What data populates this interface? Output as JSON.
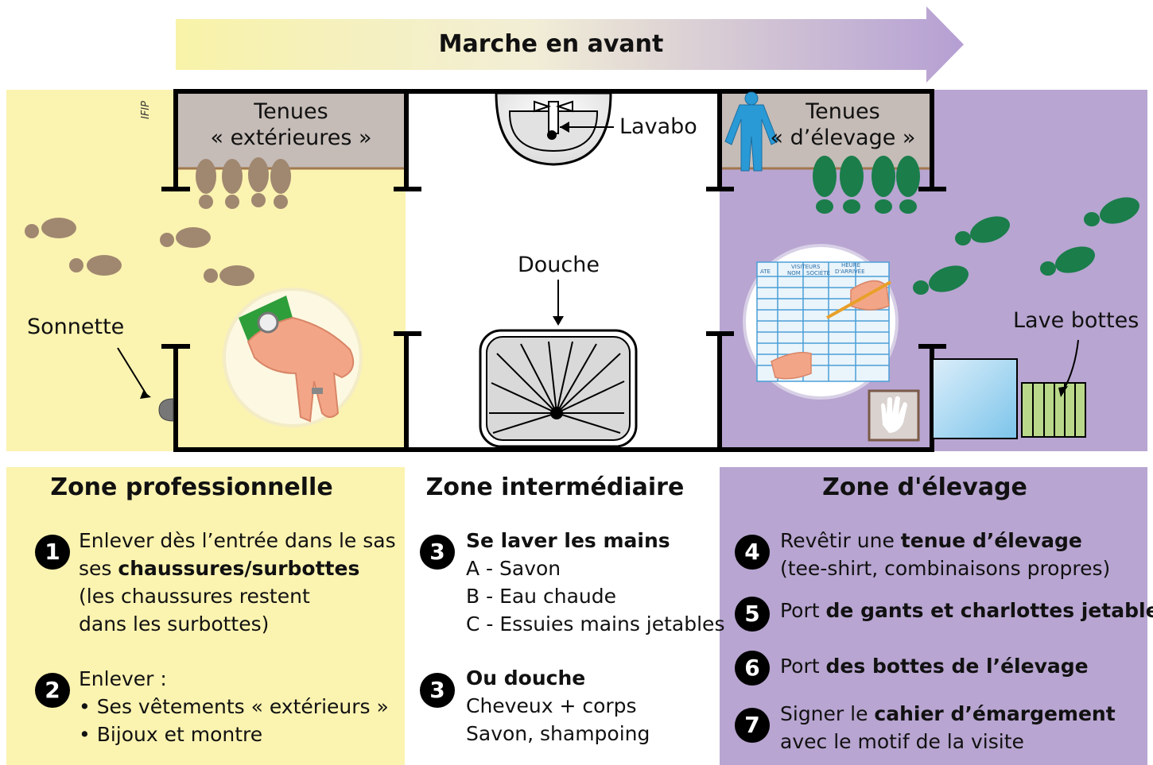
{
  "header": {
    "arrow_label": "Marche en avant"
  },
  "diagram": {
    "watermark": "IFIP",
    "tenues_exterieures": [
      "Tenues",
      "« extérieures »"
    ],
    "lavabo": "Lavabo",
    "tenues_elevage": [
      "Tenues",
      "« d’élevage »"
    ],
    "douche": "Douche",
    "sonnette": "Sonnette",
    "lave_bottes": "Lave bottes",
    "register_headers": [
      "ATE",
      "VISITEURS",
      "NOM",
      "SOCIÉTÉ",
      "HEURE",
      "D'ARRIVÉE"
    ]
  },
  "zones": {
    "professionnelle": {
      "title": "Zone professionnelle",
      "steps": [
        {
          "num": "1",
          "lines": [
            [
              "Enlever dès l’entrée dans le sas"
            ],
            [
              "ses ",
              {
                "b": "chaussures/surbottes"
              }
            ],
            [
              "(les chaussures restent"
            ],
            [
              "dans les surbottes)"
            ]
          ]
        },
        {
          "num": "2",
          "lines": [
            [
              "Enlever :"
            ],
            [
              "• Ses vêtements « extérieurs »"
            ],
            [
              "• Bijoux et montre"
            ]
          ]
        }
      ]
    },
    "intermediaire": {
      "title": "Zone intermédiaire",
      "steps": [
        {
          "num": "3",
          "lines": [
            [
              {
                "b": "Se laver les mains"
              }
            ],
            [
              "A - Savon"
            ],
            [
              "B - Eau chaude"
            ],
            [
              "C - Essuies mains jetables"
            ]
          ]
        },
        {
          "num": "3",
          "lines": [
            [
              {
                "b": "Ou douche"
              }
            ],
            [
              "Cheveux + corps"
            ],
            [
              "Savon, shampoing"
            ]
          ]
        }
      ]
    },
    "elevage": {
      "title": "Zone d'élevage",
      "steps": [
        {
          "num": "4",
          "lines": [
            [
              "Revêtir une ",
              {
                "b": "tenue d’élevage"
              }
            ],
            [
              "(tee-shirt, combinaisons propres)"
            ]
          ]
        },
        {
          "num": "5",
          "lines": [
            [
              "Port ",
              {
                "b": "de gants et charlottes jetables"
              }
            ]
          ]
        },
        {
          "num": "6",
          "lines": [
            [
              "Port ",
              {
                "b": "des bottes de l’élevage"
              }
            ]
          ]
        },
        {
          "num": "7",
          "lines": [
            [
              "Signer le ",
              {
                "b": "cahier d’émargement"
              }
            ],
            [
              "avec le motif de la visite"
            ]
          ]
        }
      ]
    }
  },
  "colors": {
    "yellow_zone": "#fbf3b0",
    "purple_zone": "#b8a5d1",
    "wall": "#000000",
    "locker": "#c5bcb7",
    "brown_footprint": "#a08770",
    "green_footprint": "#1a7d4a",
    "arrow_start": "#f8f3a8",
    "arrow_end": "#b59fd3"
  }
}
